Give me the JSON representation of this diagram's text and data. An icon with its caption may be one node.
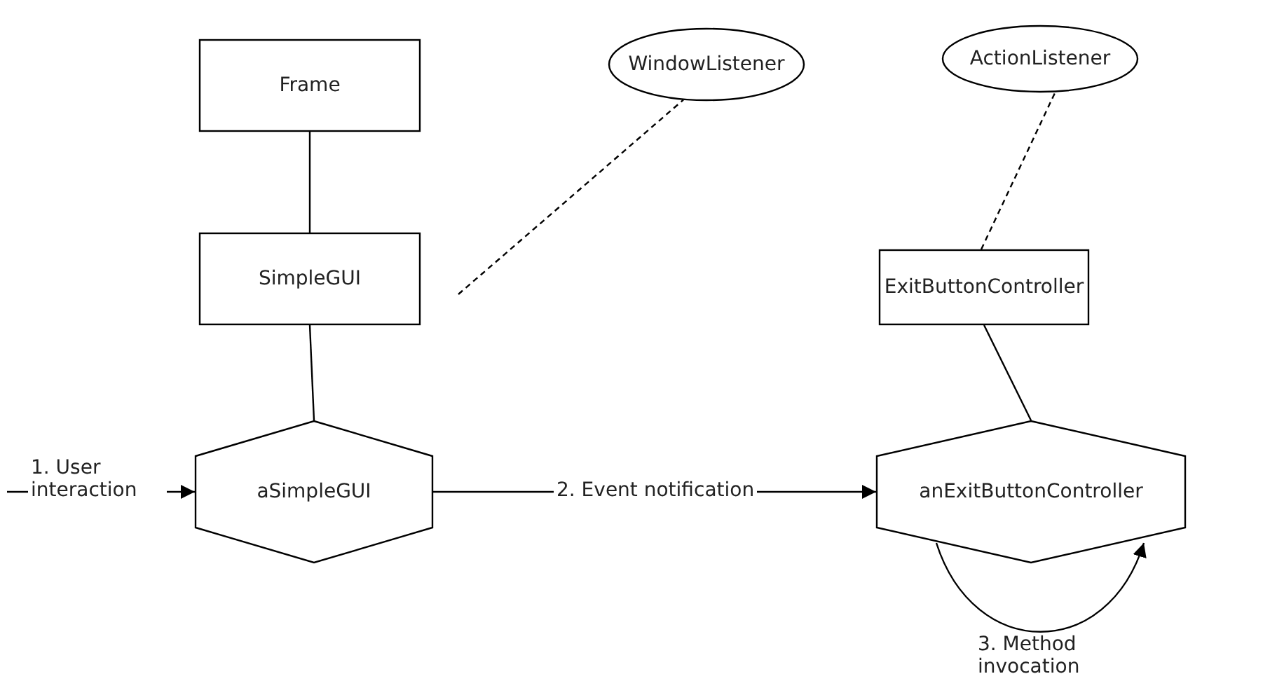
{
  "diagram": {
    "nodes": [
      {
        "text": [
          "Frame"
        ]
      },
      {
        "text": [
          "WindowListener"
        ]
      },
      {
        "text": [
          "SimpleGUI"
        ]
      },
      {
        "text": [
          "aSimpleGUI"
        ]
      },
      {
        "text": [
          "ActionListener"
        ]
      },
      {
        "text": [
          "ExitButtonController"
        ]
      },
      {
        "text": [
          "anExitButtonController"
        ]
      }
    ],
    "edges": [
      {
        "from": 0,
        "to": 2,
        "arrow": "none"
      },
      {
        "from": 2,
        "to": 1,
        "arrow": "none",
        "style": "dashed"
      },
      {
        "from": 2,
        "to": 3,
        "arrow": "none"
      },
      {
        "from": 5,
        "to": 4,
        "arrow": "none",
        "style": "dashed"
      },
      {
        "from": 5,
        "to": 6,
        "arrow": "none"
      },
      {
        "from": null,
        "to": 3,
        "arrow": "to",
        "label": "1. User interaction"
      },
      {
        "from": 3,
        "to": 6,
        "arrow": "to",
        "label": "2. Event notification"
      },
      {
        "from": 6,
        "to": 6,
        "arrow": "to",
        "label": "3. Method invocation"
      }
    ]
  }
}
